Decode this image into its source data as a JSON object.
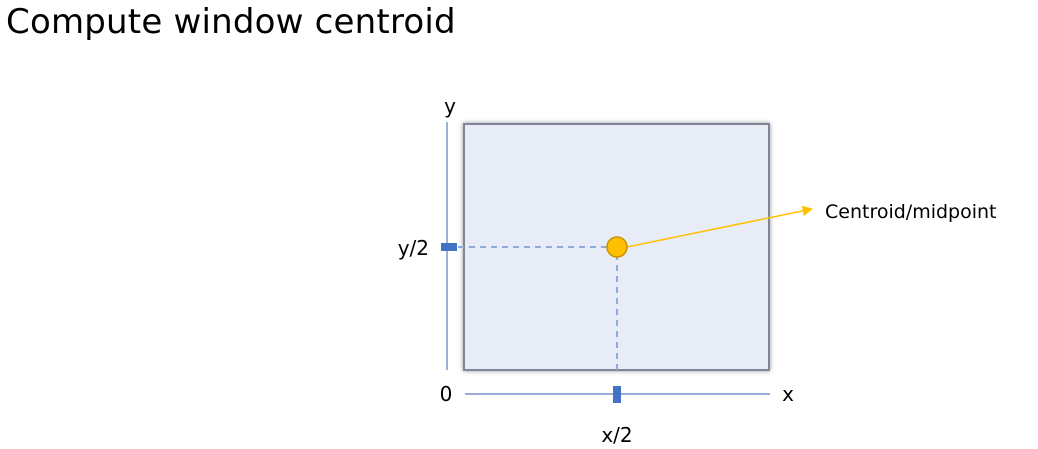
{
  "title": "Compute window centroid",
  "axes": {
    "x_label": "x",
    "y_label": "y",
    "origin_label": "0",
    "x_mid_label": "x/2",
    "y_mid_label": "y/2"
  },
  "annotation": {
    "label": "Centroid/midpoint"
  },
  "colors": {
    "window_fill": "#e8ecf7",
    "window_border": "#6b7280",
    "axis": "#5b7bbf",
    "tick": "#4472c4",
    "guide": "#8faadc",
    "centroid_fill": "#ffc000",
    "centroid_stroke": "#c79300",
    "arrow": "#ffc000"
  }
}
